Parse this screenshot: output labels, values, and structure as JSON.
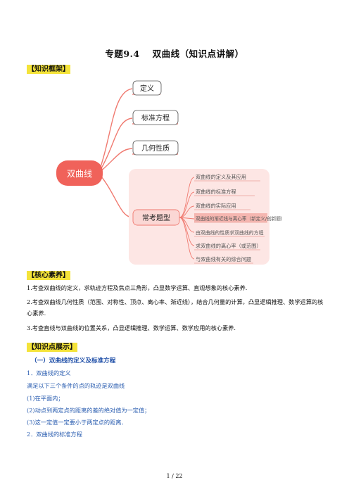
{
  "doc": {
    "title_num": "专题9.4",
    "title_text": "双曲线（知识点讲解）",
    "sections": {
      "framework": "【知识框架】",
      "core": "【核心素养】",
      "display": "【知识点展示】"
    },
    "mindmap": {
      "center": "双曲线",
      "branches": [
        "定义",
        "标准方程",
        "几何性质"
      ],
      "types_label": "常考题型",
      "types": [
        "双曲线的定义及其应用",
        "双曲线的标准方程",
        "双曲线的实际应用",
        "双曲线的渐近线与离心率（新定义/创新题）",
        "由双曲线的性质求双曲线的方程",
        "求双曲线的离心率（或范围）",
        "与双曲线有关的综合问题"
      ]
    },
    "core_items": [
      "1.考查双曲线的定义，求轨迹方程及焦点三角形，凸显数学运算、直观想象的核心素养.",
      "2.考查双曲线几何性质（范围、对称性、顶点、离心率、渐近线），结合几何量的计算，凸显逻辑推理、数学运算的核心素养.",
      "3.考查直线与双曲线的位置关系，凸显逻辑推理、数学运算、数学应用的核心素养."
    ],
    "sub_heading": "（一）双曲线的定义及标准方程",
    "lines": [
      "1．双曲线的定义",
      "满足以下三个条件的点的轨迹是双曲线",
      "(1)在平面内；",
      "(2)动点到两定点的距离的差的绝对值为一定值；",
      "(3)这一定值一定要小于两定点的距离．",
      "2．双曲线的标准方程"
    ],
    "page_indicator": "1 / 22"
  },
  "colors": {
    "center_node": "#f0625a",
    "branch_line": "#f07a70",
    "types_fill": "#fde6e4",
    "highlight_row": "#f5b6b0",
    "tag_bg": "#f4e33a",
    "blue_text": "#2a5db0"
  }
}
